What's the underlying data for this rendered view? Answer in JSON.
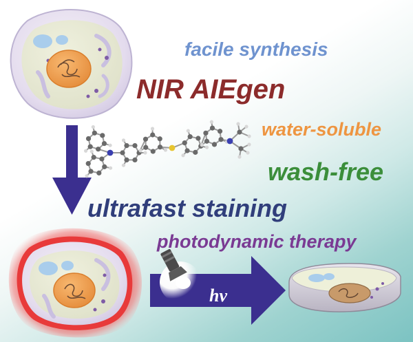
{
  "labels": {
    "facile_synthesis": "facile synthesis",
    "nir_aiegen": "NIR AIEgen",
    "water_soluble": "water-soluble",
    "wash_free": "wash-free",
    "ultrafast_staining": "ultrafast staining",
    "photodynamic_therapy": "photodynamic therapy",
    "hv": "hν"
  },
  "colors": {
    "facile_synthesis": "#6f93cf",
    "nir_aiegen": "#8c2b2b",
    "water_soluble": "#ee9541",
    "wash_free": "#3b8e3a",
    "ultrafast_staining": "#303e7b",
    "photodynamic_therapy": "#7a3a93",
    "arrow": "#3b2f8f",
    "cell_membrane": "#ece6f1",
    "nucleus": "#f2a155",
    "stain_glow": "#e83a3a"
  },
  "icons": [
    "cell-icon",
    "stained-cell-icon",
    "dead-cell-icon",
    "flashlight-icon",
    "aiegen-molecule-icon"
  ]
}
